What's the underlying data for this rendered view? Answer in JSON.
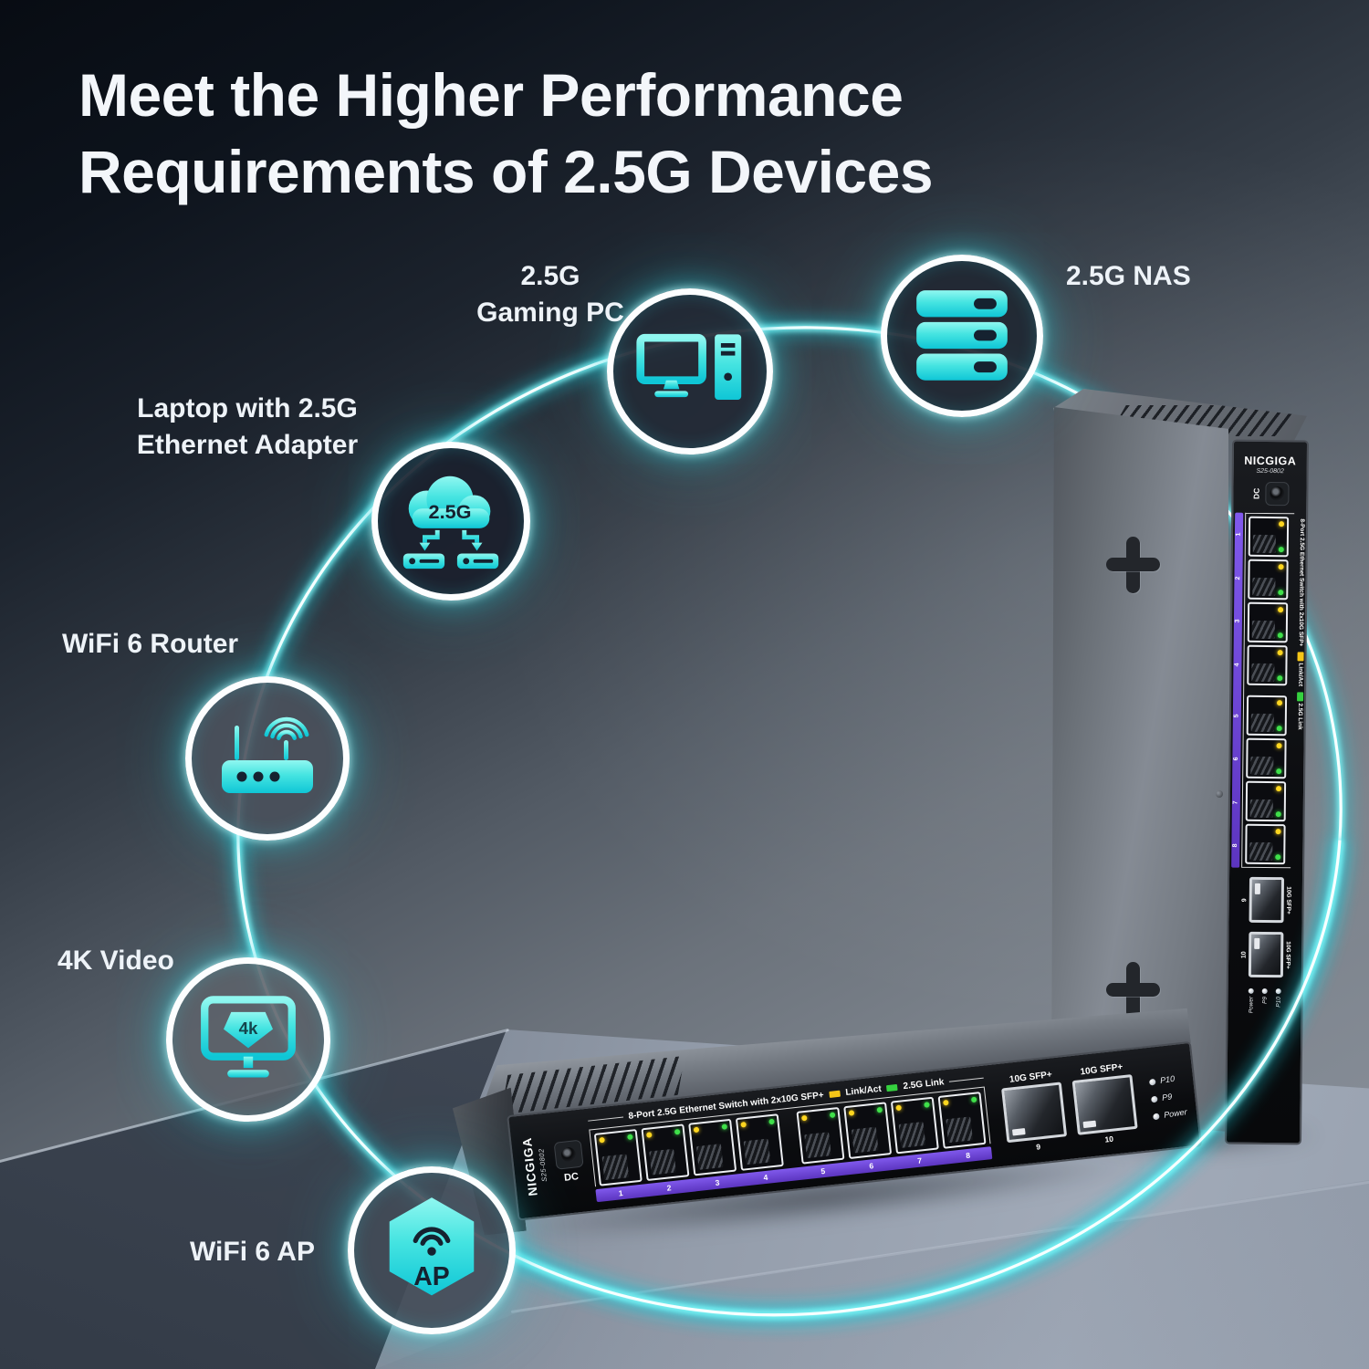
{
  "title": {
    "line1": "Meet the Higher Performance",
    "line2": "Requirements of 2.5G Devices"
  },
  "devices": {
    "gaming_pc": {
      "icon": "desktop-pc-icon",
      "label_line1": "2.5G",
      "label_line2": "Gaming PC"
    },
    "nas": {
      "icon": "nas-server-icon",
      "label": "2.5G NAS"
    },
    "laptop": {
      "icon": "cloud-adapter-icon",
      "cloud_text": "2.5G",
      "label_line1": "Laptop with 2.5G",
      "label_line2": "Ethernet Adapter"
    },
    "router": {
      "icon": "wifi-router-icon",
      "label": "WiFi 6 Router"
    },
    "video4k": {
      "icon": "4k-monitor-icon",
      "badge_text": "4k",
      "label": "4K Video"
    },
    "ap": {
      "icon": "access-point-icon",
      "hex_text": "AP",
      "label": "WiFi 6 AP"
    }
  },
  "switch": {
    "brand": "NICGIGA",
    "model": "S25-0802",
    "dc_label": "DC",
    "panel_title": "8-Port 2.5G Ethernet Switch with 2x10G SFP+",
    "legend": {
      "link_act": "Link/Act",
      "link_25g": "2.5G Link"
    },
    "port_numbers": [
      "1",
      "2",
      "3",
      "4",
      "5",
      "6",
      "7",
      "8"
    ],
    "sfp_label": "10G SFP+",
    "sfp_numbers": [
      "9",
      "10"
    ],
    "led_labels": [
      "P10",
      "P9",
      "Power"
    ]
  },
  "colors": {
    "accent_cyan": "#2ed8e4",
    "glow_core": "#f7ffff",
    "icon_gradient_top": "#90f7f0",
    "icon_gradient_bottom": "#0fc6d6",
    "icon_dark": "#152230",
    "port_stripe_purple": "#6a46d4",
    "led_yellow": "#ffd61f",
    "led_green": "#3fe04a",
    "title_text": "#f3f6fa"
  }
}
